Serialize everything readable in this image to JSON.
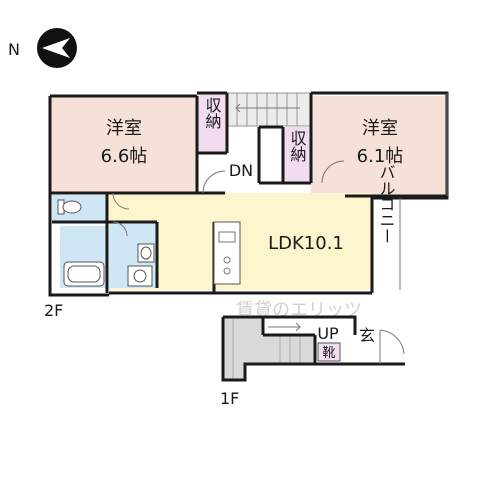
{
  "compass": {
    "north_label": "N",
    "icon": "compass-arrow-icon"
  },
  "rooms": {
    "western_left": {
      "name": "洋室",
      "size": "6.6帖"
    },
    "storage_left": {
      "label": "収納"
    },
    "storage_right": {
      "label": "収納"
    },
    "western_right": {
      "name": "洋室",
      "size": "6.1帖"
    },
    "stairs_down": {
      "label": "DN"
    },
    "ldk": {
      "label": "LDK10.1"
    },
    "balcony": {
      "label": "バルコニー"
    },
    "stairs_up": {
      "label": "UP"
    },
    "entrance": {
      "label": "玄"
    },
    "shoe_box": {
      "label": "靴"
    }
  },
  "floors": {
    "second": "2F",
    "first": "1F"
  },
  "watermark": "賃貸のエリッツ",
  "colors": {
    "western": "#f6e1d8",
    "storage": "#f2dcef",
    "ldk": "#fdf5cd",
    "wet": "#cfe6f4",
    "wall": "#1a1a1a",
    "stairs": "#d6d6d6"
  }
}
